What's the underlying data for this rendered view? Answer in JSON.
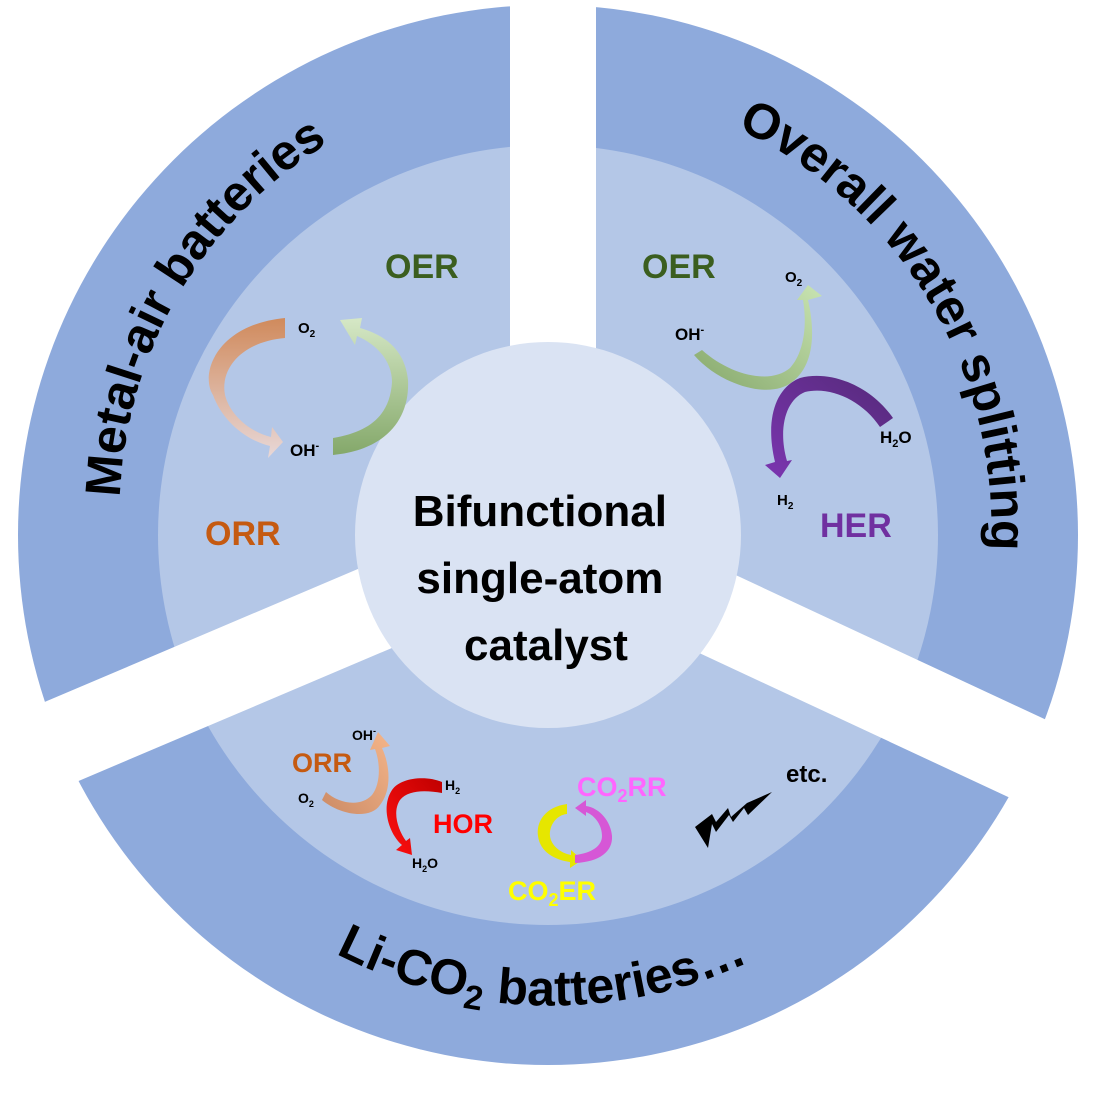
{
  "center": {
    "lines": [
      "Bifunctional",
      "single-atom",
      "catalyst"
    ]
  },
  "colors": {
    "outer_ring": "#8eaadc",
    "inner_ring": "#b4c7e7",
    "center": "#dae3f3",
    "gap": "#ffffff",
    "oer": "#3b5e1f",
    "orr": "#c55a11",
    "her": "#7030a0",
    "hor": "#ff0000",
    "co2rr": "#ff66ff",
    "co2er": "#ffff00",
    "text": "#000000"
  },
  "segments": [
    {
      "id": "metal-air",
      "title": "Metal-air batteries",
      "reactions": [
        {
          "name": "OER",
          "color_key": "oer"
        },
        {
          "name": "ORR",
          "color_key": "orr"
        }
      ],
      "species": {
        "top": "O",
        "top_sub": "2",
        "bottom": "OH",
        "bottom_sup": "-"
      }
    },
    {
      "id": "water-splitting",
      "title": "Overall water splitting",
      "reactions": [
        {
          "name": "OER",
          "color_key": "oer"
        },
        {
          "name": "HER",
          "color_key": "her"
        }
      ],
      "species": {
        "oh": "OH",
        "oh_sup": "-",
        "o2": "O",
        "o2_sub": "2",
        "h2o": "H",
        "h2o_sub": "2",
        "h2o_tail": "O",
        "h2": "H",
        "h2_sub": "2"
      }
    },
    {
      "id": "li-co2",
      "title_main": "Li-CO",
      "title_sub": "2",
      "title_tail": " batteries…",
      "reactions": [
        {
          "name": "ORR",
          "color_key": "orr"
        },
        {
          "name": "HOR",
          "color_key": "hor"
        },
        {
          "name_main": "CO",
          "name_sub": "2",
          "name_tail": "RR",
          "color_key": "co2rr"
        },
        {
          "name_main": "CO",
          "name_sub": "2",
          "name_tail": "ER",
          "color_key": "co2er"
        }
      ],
      "species": {
        "oh": "OH",
        "oh_sup": "-",
        "o2": "O",
        "o2_sub": "2",
        "h2": "H",
        "h2_sub": "2",
        "h2o": "H",
        "h2o_sub": "2",
        "h2o_tail": "O"
      },
      "etc": "etc.",
      "icon": "lightning-icon"
    }
  ]
}
